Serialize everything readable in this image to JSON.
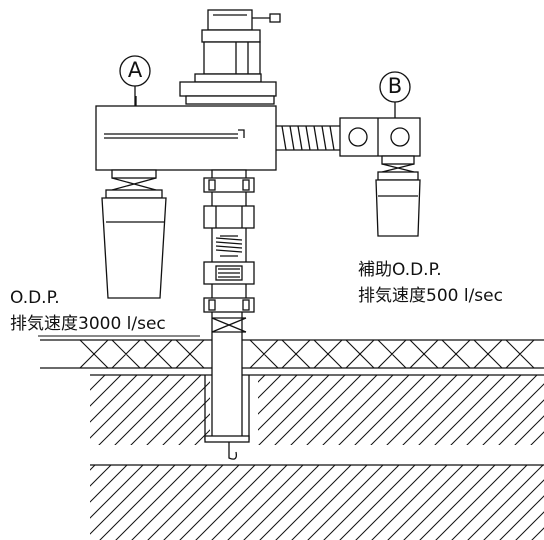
{
  "labels": {
    "pump_a_marker": "A",
    "pump_b_marker": "B",
    "main_pump_name": "O.D.P.",
    "main_pump_speed": "排気速度3000 l/sec",
    "aux_pump_name": "補助O.D.P.",
    "aux_pump_speed": "排気速度500 l/sec"
  },
  "colors": {
    "line": "#111111",
    "background": "#ffffff"
  }
}
